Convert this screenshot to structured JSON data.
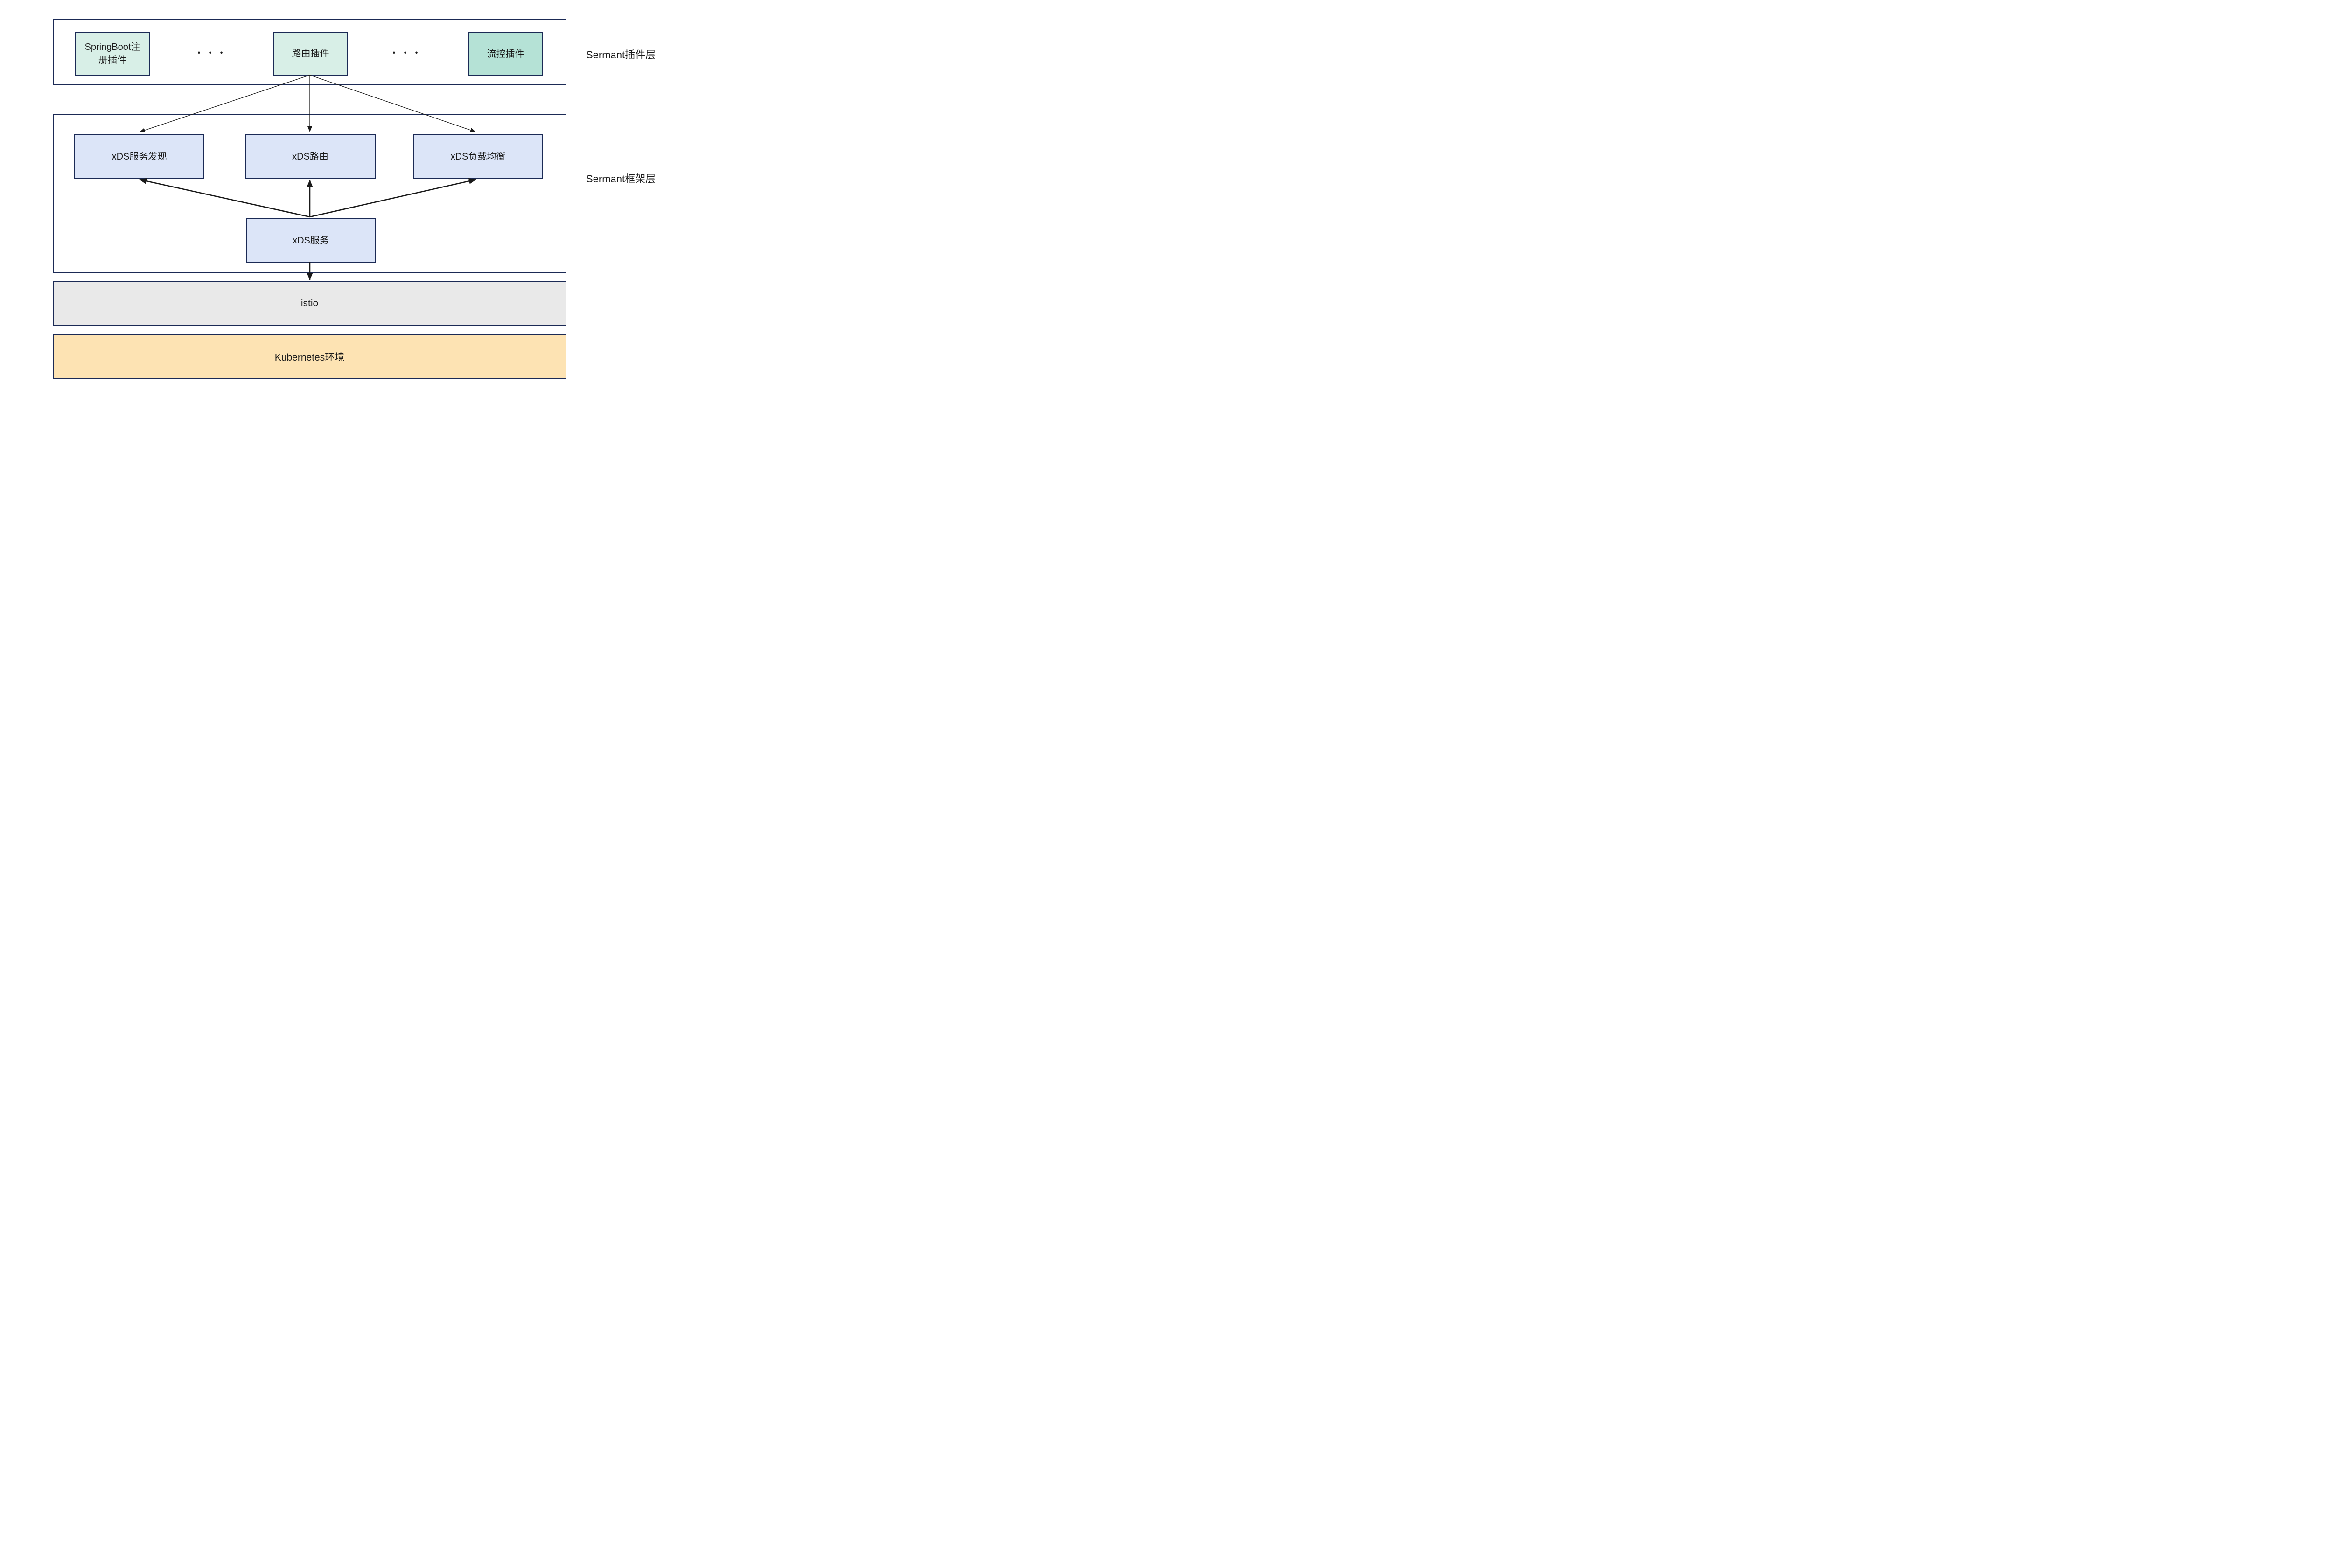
{
  "diagram": {
    "plugin_layer": {
      "label": "Sermant插件层",
      "boxes": [
        {
          "label": "SpringBoot注册插件"
        },
        {
          "label": "路由插件"
        },
        {
          "label": "流控插件"
        }
      ],
      "ellipsis": "• • •"
    },
    "framework_layer": {
      "label": "Sermant框架层",
      "boxes": [
        {
          "label": "xDS服务发现"
        },
        {
          "label": "xDS路由"
        },
        {
          "label": "xDS负载均衡"
        }
      ],
      "service_box": {
        "label": "xDS服务"
      }
    },
    "istio_layer": {
      "label": "istio"
    },
    "kubernetes_layer": {
      "label": "Kubernetes环境"
    }
  },
  "colors": {
    "border_navy": "#1b2a55",
    "plugin_mint_fill": "#d8efe7",
    "plugin_teal_fill": "#b5e2d6",
    "framework_blue_fill": "#dce5f8",
    "istio_gray_fill": "#e9e9e9",
    "kubernetes_orange_fill": "#fde3b3",
    "arrow_color": "#1a1a1a",
    "text_color": "#1a1a1a"
  }
}
